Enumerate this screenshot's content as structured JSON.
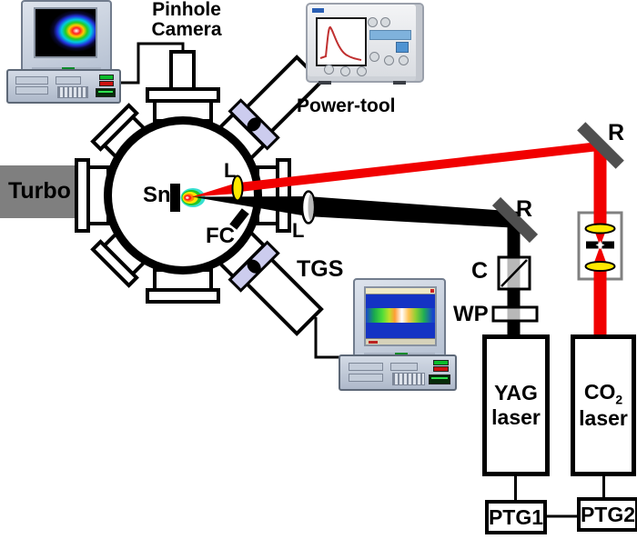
{
  "diagram": {
    "pinhole_camera": {
      "label_line1": "Pinhole",
      "label_line2": "Camera"
    },
    "power_tool": {
      "label": "Power-tool"
    },
    "pump": {
      "label": "Turbo"
    },
    "chamber": {
      "target_label": "Sn",
      "faraday_cup_label": "FC",
      "lens_inner_label": "L",
      "lens_outer_label": "L"
    },
    "spectrometer": {
      "label": "TGS"
    },
    "mirrors": {
      "top_label": "R",
      "mid_label": "R"
    },
    "optics": {
      "cube_label": "C",
      "waveplate_label": "WP"
    },
    "lasers": {
      "yag_line1": "YAG",
      "yag_line2": "laser",
      "co2_base": "CO",
      "co2_subscript": "2",
      "co2_line2": "laser"
    },
    "generators": {
      "ptg1": "PTG1",
      "ptg2": "PTG2"
    },
    "colors": {
      "co2_beam": "#f10000",
      "yag_beam": "#000000",
      "mirror": "#4f4f4f",
      "flange": "#ccccee",
      "turbo_pump": "#7f7f7f",
      "lens": "#ffe800",
      "plasma_core": "#ff2020"
    }
  }
}
